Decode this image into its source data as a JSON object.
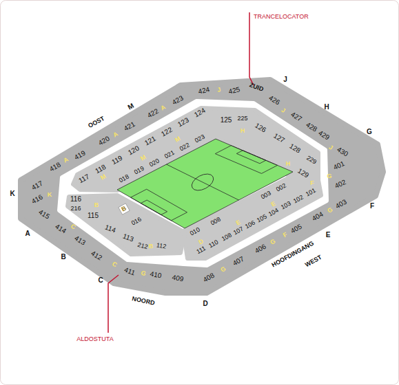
{
  "diagram": {
    "labels": [
      "418",
      "A",
      "419",
      "420",
      "A",
      "421",
      "422",
      "A",
      "423",
      "OOST",
      "M",
      "424",
      "J",
      "425",
      "ZUID",
      "J",
      "426",
      "J",
      "427",
      "H",
      "428",
      "429",
      "J",
      "430",
      "G",
      "401",
      "G",
      "402",
      "F",
      "403",
      "G",
      "404",
      "405",
      "F",
      "G",
      "406",
      "E",
      "HOOFDINGANG",
      "WEST",
      "407",
      "G",
      "408",
      "D",
      "409",
      "410",
      "G",
      "411",
      "C",
      "C",
      "412",
      "NOORD",
      "413",
      "B",
      "414",
      "C",
      "A",
      "415",
      "416",
      "K",
      "417",
      "K",
      "117",
      "118",
      "119",
      "120",
      "121",
      "122",
      "123",
      "124",
      "M",
      "M",
      "M",
      "018",
      "019",
      "020",
      "021",
      "022",
      "023",
      "125",
      "225",
      "126",
      "H",
      "127",
      "128",
      "229",
      "H",
      "129",
      "003",
      "002",
      "F",
      "101",
      "102",
      "103",
      "104",
      "E",
      "105",
      "106",
      "107",
      "E",
      "108",
      "110",
      "111",
      "D",
      "010",
      "008",
      "116",
      "216",
      "B",
      "115",
      "114",
      "113",
      "212",
      "B",
      "112",
      "B",
      "016",
      "TRANCELOCATOR",
      "ALDOSTUTA"
    ]
  }
}
